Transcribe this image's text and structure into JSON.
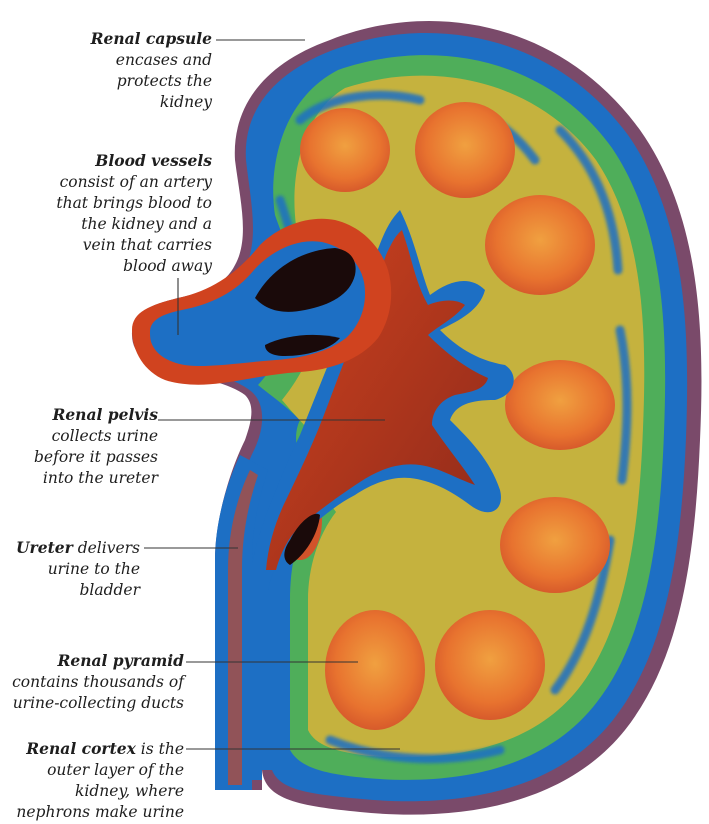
{
  "annotations": [
    {
      "id": "renal-capsule",
      "term": "Renal capsule",
      "rest": " encases and protects the kidney",
      "lines": [
        "encases and",
        "protects the",
        "kidney"
      ]
    },
    {
      "id": "blood-vessels",
      "term": "Blood vessels",
      "lines": [
        "consist of an artery",
        "that brings blood to",
        "the kidney and a",
        "vein that carries",
        "blood away"
      ]
    },
    {
      "id": "renal-pelvis",
      "term": "Renal pelvis",
      "lines": [
        "collects urine",
        "before it passes",
        "into the ureter"
      ]
    },
    {
      "id": "ureter",
      "term": "Ureter",
      "first_line_rest": " delivers",
      "lines": [
        "urine to the",
        "bladder"
      ]
    },
    {
      "id": "renal-pyramid",
      "term": "Renal pyramid",
      "lines": [
        "contains thousands of",
        "urine-collecting ducts"
      ]
    },
    {
      "id": "renal-cortex",
      "term": "Renal cortex",
      "first_line_rest": " is the",
      "lines": [
        "outer layer of the",
        "kidney, where",
        "nephrons make urine"
      ]
    }
  ],
  "colors": {
    "background": "#ffffff",
    "text": "#1e1e1e",
    "leader": "#333333",
    "capsule_outer": "#7a4a6a",
    "cortex_blue": "#1d6fc4",
    "cortex_green": "#4fae5a",
    "cortex_yellow": "#d9b33a",
    "pyramid_orange": "#e8732f",
    "pelvis_red": "#b8341f",
    "dark": "#1a0a0a"
  }
}
